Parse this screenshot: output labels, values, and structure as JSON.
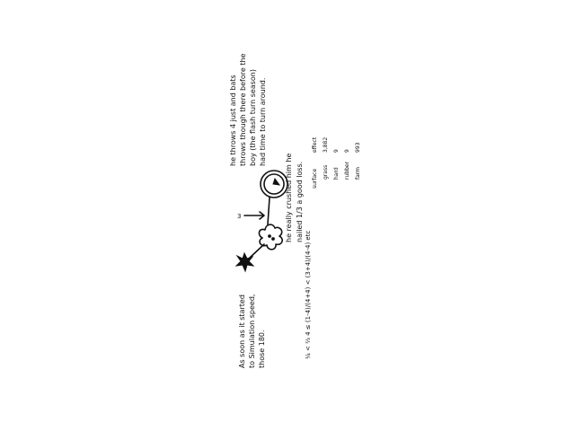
{
  "notes": {
    "top_right": {
      "lines": [
        "he throws 4 just and bats",
        "throws though there before the",
        "boy (the flash turn season)",
        "had time to turn around."
      ]
    },
    "middle_right": {
      "lines": [
        "he really crushed him he",
        "nailed 1/3 a good loss."
      ]
    },
    "bottom_left": {
      "lines": [
        "As soon as it started",
        "to Simulation speed,",
        "those 180."
      ]
    },
    "formula": "¼ < ⅔ 4 ≤ (1-4)/(4+4) < (3+4)/(4-4) etc",
    "diagram": {
      "arrow_label": "3"
    },
    "table": {
      "header": [
        "surface",
        "effect"
      ],
      "rows": [
        [
          "grass",
          "3,882"
        ],
        [
          "hard",
          "9"
        ],
        [
          "rubber",
          "9"
        ],
        [
          "farm",
          "993"
        ]
      ]
    }
  }
}
